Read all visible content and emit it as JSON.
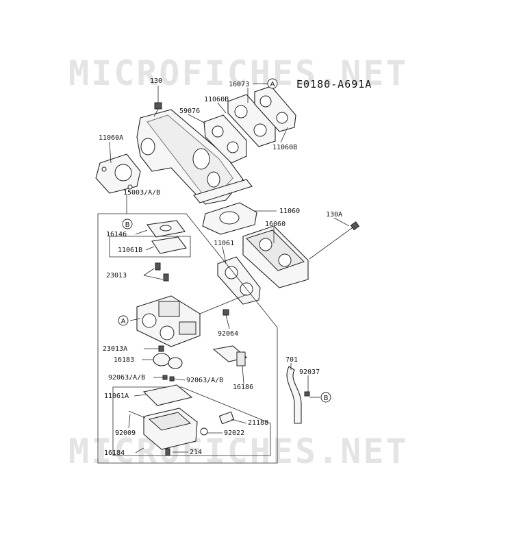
{
  "watermark": {
    "top": "MICROFICHES.NET",
    "bottom": "MICROFICHES.NET"
  },
  "diagram_code": "E0180-A691A",
  "markers": {
    "a": "A",
    "b": "B"
  },
  "labels": {
    "p130": "130",
    "p16073": "16073",
    "p11060b_top": "11060B",
    "p59076": "59076",
    "p11060b_right": "11060B",
    "p11060a": "11060A",
    "p15003": "15003/A/B",
    "p11060": "11060",
    "p130a": "130A",
    "p16146": "16146",
    "p16060": "16060",
    "p11061b": "11061B",
    "p11061": "11061",
    "p23013": "23013",
    "p92064": "92064",
    "p23013a": "23013A",
    "p16183": "16183",
    "p701": "701",
    "p92037": "92037",
    "p92063_left": "92063/A/B",
    "p92063_right": "92063/A/B",
    "p16186": "16186",
    "p11061a": "11061A",
    "p21188": "21188",
    "p92009": "92009",
    "p92022": "92022",
    "p16184": "16184",
    "p214": "214"
  }
}
